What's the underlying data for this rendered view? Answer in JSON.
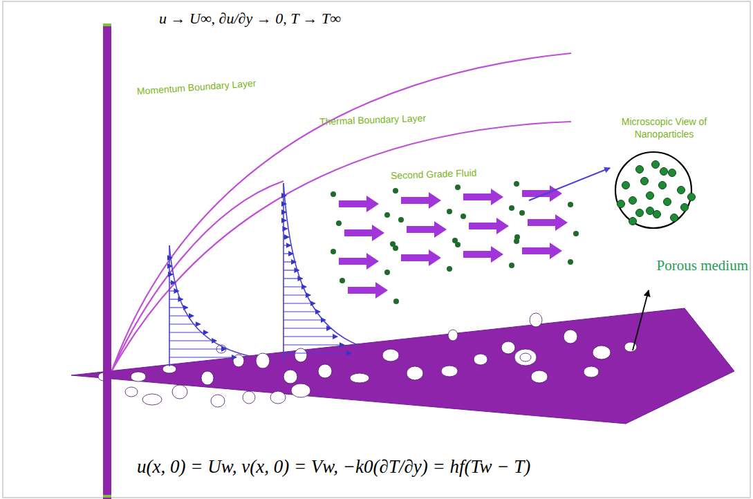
{
  "diagram": {
    "labels": [
      "u → U∞, ∂u/∂y → 0, T → T∞",
      "Momentum Boundary Layer",
      "Thermal Boundary Layer",
      "Second Grade Fluid",
      "Microscopic View of Nanoparticles",
      "Porous medium",
      "u(x, 0) = Uw, v(x, 0) = Vw, −k0(∂T/∂y) = hf(Tw − T)"
    ]
  }
}
